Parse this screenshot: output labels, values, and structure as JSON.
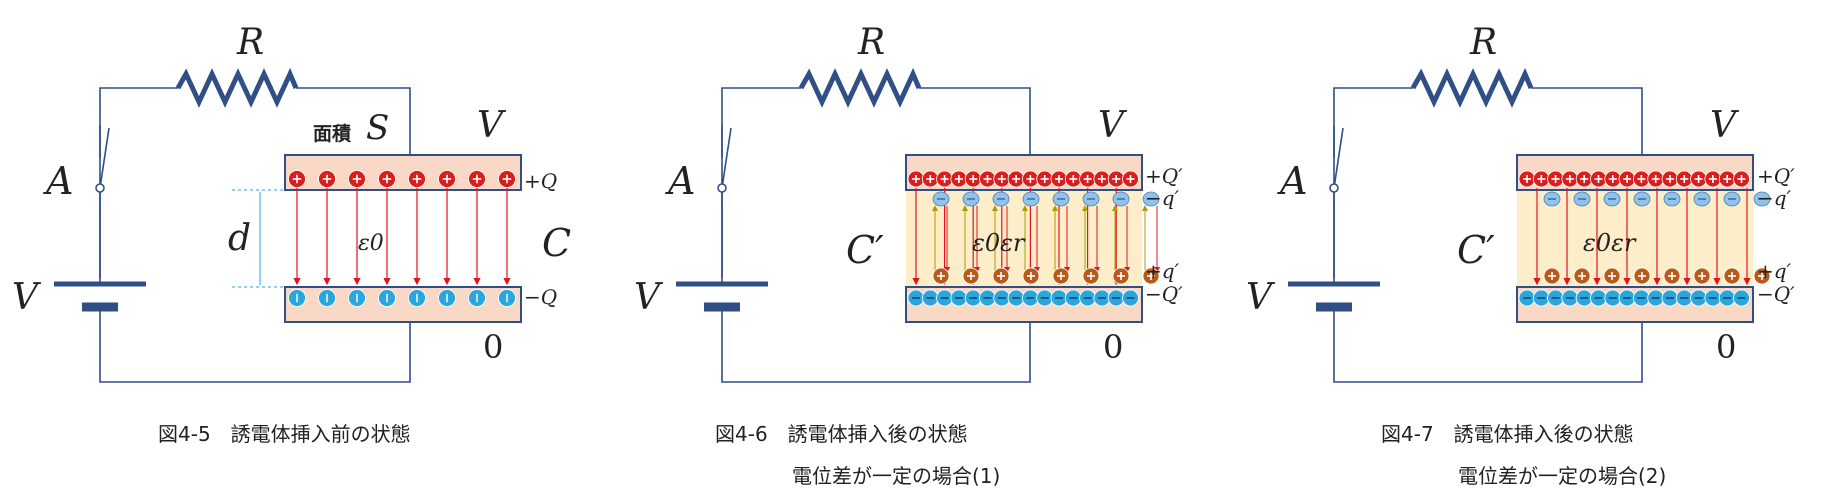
{
  "colors": {
    "wire": "#2f4f86",
    "plate_fill": "#f9d9c6",
    "dielectric_fill": "#fdeec9",
    "positive_charge": "#d91e1e",
    "negative_charge": "#29a6dd",
    "induced_negative": "#8fc3ea",
    "induced_positive": "#b85a1a",
    "field_arrow": "#e0141e",
    "polarization_arrow": "#b49a00"
  },
  "figures": [
    {
      "id": "fig-4-5",
      "resistor_label": "R",
      "switch_label": "A",
      "battery_label": "V",
      "top_potential_label": "V",
      "bottom_potential_label": "0",
      "area_label": "面積",
      "area_symbol": "S",
      "gap_label": "d",
      "permittivity_label": "ε0",
      "capacitor_label": "C",
      "top_charge_label": "+Q",
      "bottom_charge_label": "−Q",
      "has_dielectric": false,
      "caption_line1": "図4-5　誘電体挿入前の状態",
      "caption_line2": ""
    },
    {
      "id": "fig-4-6",
      "resistor_label": "R",
      "switch_label": "A",
      "battery_label": "V",
      "top_potential_label": "V",
      "bottom_potential_label": "0",
      "permittivity_label": "ε0εr",
      "capacitor_label": "C′",
      "top_charge_label": "+Q′",
      "top_induced_label": "−q′",
      "bottom_induced_label": "+q′",
      "bottom_charge_label": "−Q′",
      "has_dielectric": true,
      "caption_line1": "図4-6　誘電体挿入後の状態",
      "caption_line2": "電位差が一定の場合(1)"
    },
    {
      "id": "fig-4-7",
      "resistor_label": "R",
      "switch_label": "A",
      "battery_label": "V",
      "top_potential_label": "V",
      "bottom_potential_label": "0",
      "permittivity_label": "ε0εr",
      "capacitor_label": "C′",
      "top_charge_label": "+Q′",
      "top_induced_label": "−q′",
      "bottom_induced_label": "+q′",
      "bottom_charge_label": "−Q′",
      "has_dielectric": true,
      "caption_line1": "図4-7　誘電体挿入後の状態",
      "caption_line2": "電位差が一定の場合(2)"
    }
  ]
}
